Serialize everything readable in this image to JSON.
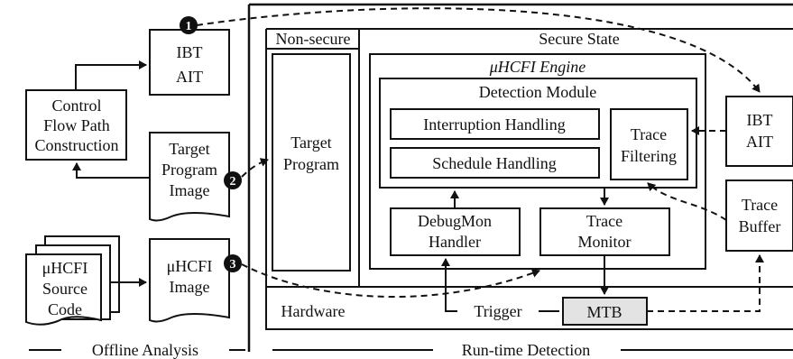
{
  "offline": {
    "ibt_ait": [
      "IBT",
      "AIT"
    ],
    "cfpc": [
      "Control",
      "Flow Path",
      "Construction"
    ],
    "target_image": [
      "Target",
      "Program",
      "Image"
    ],
    "source": [
      "μHCFI",
      "Source",
      "Code"
    ],
    "hcfi_image": [
      "μHCFI",
      "Image"
    ],
    "footer": "Offline Analysis"
  },
  "runtime": {
    "non_secure": "Non-secure",
    "secure_state": "Secure State",
    "target_program": [
      "Target",
      "Program"
    ],
    "engine_title": "μHCFI Engine",
    "detection_module": "Detection Module",
    "interruption": "Interruption Handling",
    "schedule": "Schedule Handling",
    "trace_filtering": [
      "Trace",
      "Filtering"
    ],
    "debugmon": [
      "DebugMon",
      "Handler"
    ],
    "trace_monitor": [
      "Trace",
      "Monitor"
    ],
    "ibt_ait": [
      "IBT",
      "AIT"
    ],
    "trace_buffer": [
      "Trace",
      "Buffer"
    ],
    "hardware": "Hardware",
    "trigger": "Trigger",
    "mtb": "MTB",
    "footer": "Run-time Detection"
  },
  "markers": [
    "1",
    "2",
    "3"
  ],
  "colors": {
    "mtb_fill": "#e3e3e3",
    "marker_fill": "#111111"
  }
}
